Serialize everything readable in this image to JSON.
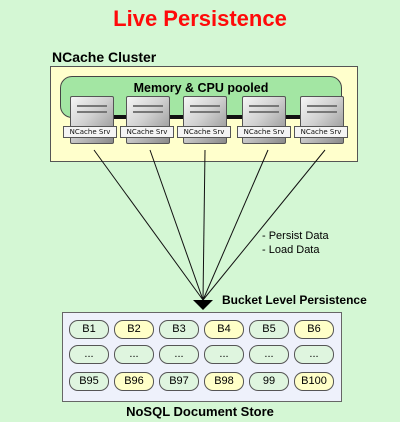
{
  "title": "Live Persistence",
  "cluster": {
    "label": "NCache Cluster",
    "pool_label": "Memory & CPU pooled",
    "servers": [
      "NCache Srv",
      "NCache Srv",
      "NCache Srv",
      "NCache Srv",
      "NCache Srv"
    ]
  },
  "notes": [
    "- Persist Data",
    "- Load Data"
  ],
  "persistence_label": "Bucket Level Persistence",
  "store": {
    "label": "NoSQL Document Store",
    "rows": [
      [
        "B1",
        "B2",
        "B3",
        "B4",
        "B5",
        "B6"
      ],
      [
        "...",
        "...",
        "...",
        "...",
        "...",
        "..."
      ],
      [
        "B95",
        "B96",
        "B97",
        "B98",
        "99",
        "B100"
      ]
    ]
  },
  "colors": {
    "background": "#d4f7d4",
    "title": "#ff0a0a",
    "cluster_fill": "#ffffcc",
    "pool_fill": "#a3e6a3",
    "store_fill": "#eef1fb",
    "cell_green": "#dff5df",
    "cell_yellow": "#ffffc8"
  }
}
